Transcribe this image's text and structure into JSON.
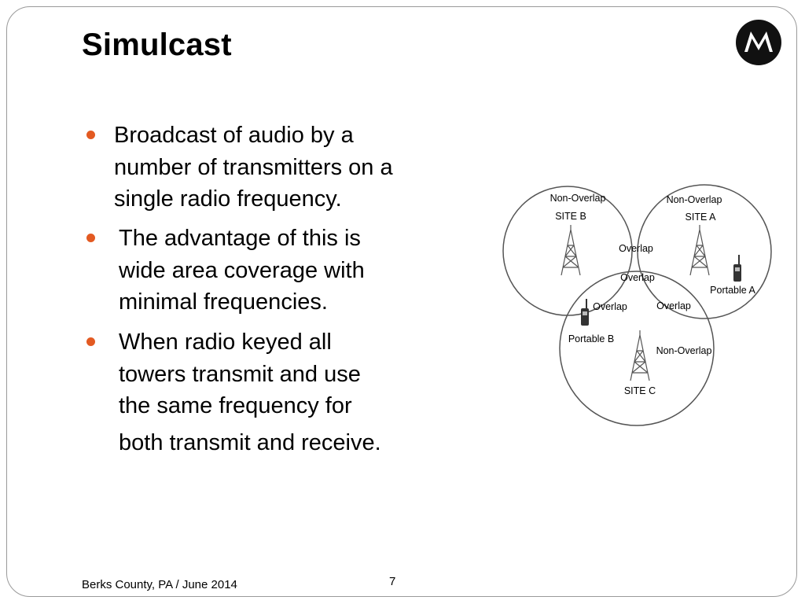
{
  "slide": {
    "title": "Simulcast",
    "logo_icon": "motorola-logo-icon",
    "bullets": [
      {
        "lines": [
          "Broadcast of audio by a",
          "number of transmitters on a",
          "single radio frequency."
        ]
      },
      {
        "lines": [
          "The advantage of this is",
          "wide area coverage with",
          "minimal frequencies."
        ]
      },
      {
        "lines": [
          "When radio keyed all",
          "towers transmit and use",
          "the same frequency for",
          "both transmit and receive."
        ]
      }
    ],
    "bullet_color": "#e35a22"
  },
  "diagram": {
    "labels": {
      "site_b_zone": "Non-Overlap",
      "site_b": "SITE B",
      "site_a_zone": "Non-Overlap",
      "site_a": "SITE A",
      "overlap_ab": "Overlap",
      "overlap_center": "Overlap",
      "overlap_bc": "Overlap",
      "overlap_ac": "Overlap",
      "portable_a": "Portable A",
      "portable_b": "Portable B",
      "site_c_zone": "Non-Overlap",
      "site_c": "SITE C"
    }
  },
  "footer": {
    "left": "Berks County, PA / June 2014",
    "page_number": "7"
  }
}
